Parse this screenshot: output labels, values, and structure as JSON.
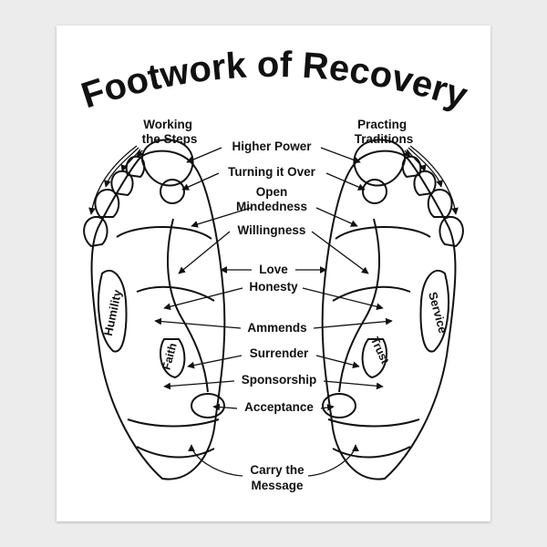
{
  "title": "Footwork of Recovery",
  "left_top": [
    "Working",
    "the Steps"
  ],
  "right_top": [
    "Practing",
    "Traditions"
  ],
  "center_labels": [
    "Higher Power",
    "Turning it Over",
    "Open",
    "Mindedness",
    "Willingness",
    "Love",
    "Honesty",
    "Ammends",
    "Surrender",
    "Sponsorship",
    "Acceptance",
    "Carry the",
    "Message"
  ],
  "foot_left": {
    "side": "Humility",
    "inner": "Faith"
  },
  "foot_right": {
    "side": "Service",
    "inner": "Trust"
  },
  "colors": {
    "ink": "#111111",
    "paper": "#ffffff",
    "background": "#ececec"
  }
}
